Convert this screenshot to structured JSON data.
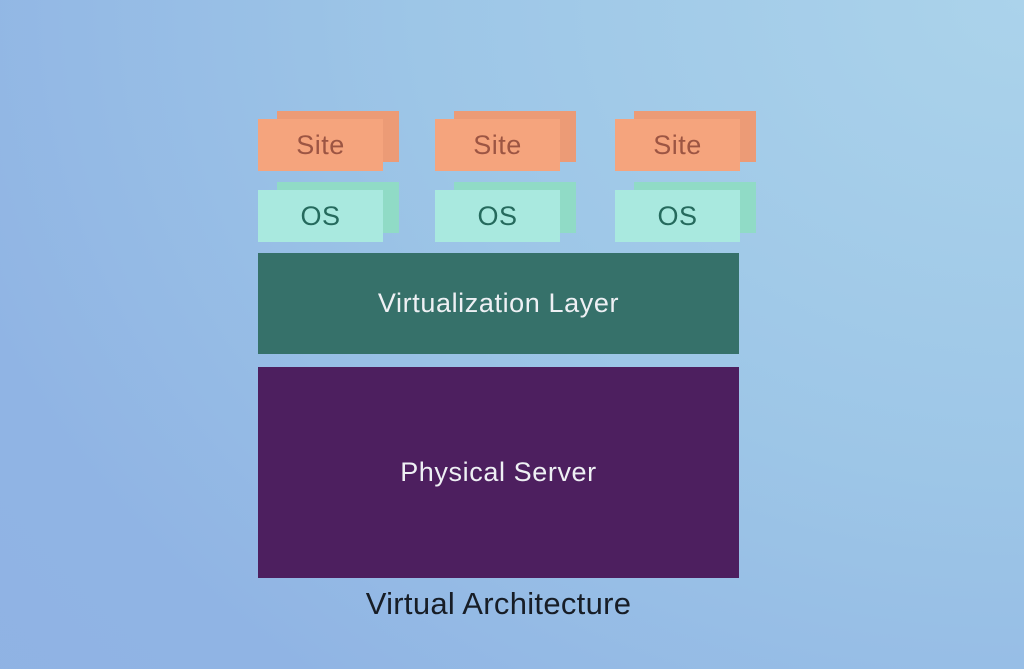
{
  "diagram": {
    "title": "Virtual Architecture",
    "columns": [
      {
        "site_label": "Site",
        "os_label": "OS"
      },
      {
        "site_label": "Site",
        "os_label": "OS"
      },
      {
        "site_label": "Site",
        "os_label": "OS"
      }
    ],
    "layers": {
      "virtualization": "Virtualization Layer",
      "physical": "Physical Server"
    },
    "colors": {
      "background_light": "#abd3eb",
      "background_dark": "#8fb2e3",
      "site_card": "#f5a47d",
      "site_card_back": "#ec9b76",
      "site_text": "#9c5543",
      "os_card": "#a9e9df",
      "os_card_back": "#90dbc6",
      "os_text": "#256a5d",
      "virtualization_fill": "#36716a",
      "physical_fill": "#4d1f5f",
      "layer_text": "#eef0f4",
      "title_text": "#171d26"
    }
  }
}
